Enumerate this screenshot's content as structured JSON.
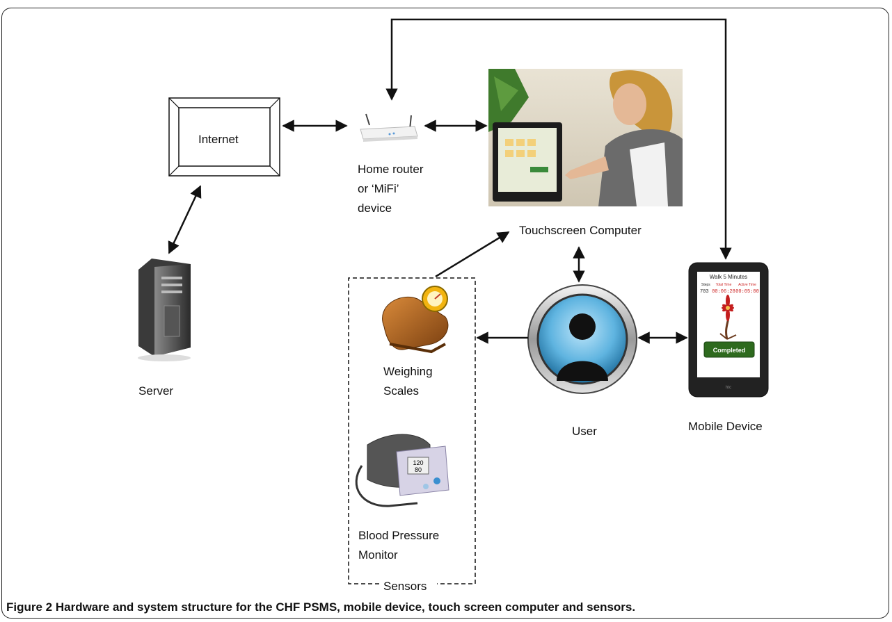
{
  "nodes": {
    "internet": "Internet",
    "router": [
      "Home router",
      "or ‘MiFi’",
      "device"
    ],
    "touchscreen": "Touchscreen Computer",
    "server": "Server",
    "weighing": [
      "Weighing",
      "Scales"
    ],
    "bp_monitor": [
      "Blood Pressure",
      "Monitor"
    ],
    "sensors": "Sensors",
    "user": "User",
    "mobile": "Mobile Device"
  },
  "phone_screen": {
    "title": "Walk 5 Minutes",
    "col1_label": "Steps",
    "col1_value": "703",
    "col2_label": "Total Time",
    "col2_value": "00:06:28",
    "col3_label": "Active Time",
    "col3_value": "00:05:00",
    "button": "Completed",
    "brand": "htc"
  },
  "bp_display": [
    "120",
    "80"
  ],
  "caption": {
    "label": "Figure 2",
    "text": " Hardware and system structure for the CHF PSMS, mobile device, touch screen computer and sensors."
  },
  "colors": {
    "accent_red": "#cc2222",
    "button_green": "#2e6a1e",
    "scale_brown": "#b5651d",
    "dial_yellow": "#f2b410",
    "user_blue": "#5fb4e0"
  }
}
